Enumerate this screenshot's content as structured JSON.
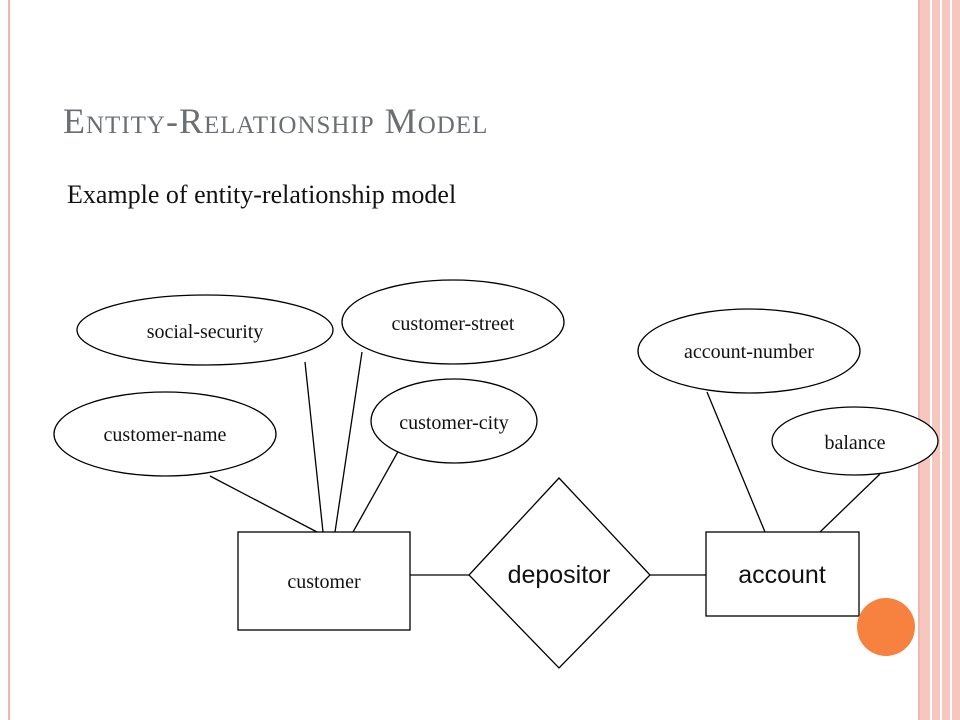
{
  "slide": {
    "title": "Entity-Relationship Model",
    "subtitle": "Example of entity-relationship model"
  },
  "diagram": {
    "entities": {
      "customer": "customer",
      "account": "account"
    },
    "relationship": "depositor",
    "attributes": {
      "social_security": "social-security",
      "customer_street": "customer-street",
      "customer_name": "customer-name",
      "customer_city": "customer-city",
      "account_number": "account-number",
      "balance": "balance"
    }
  },
  "colors": {
    "title": "#6b6f73",
    "border_accent": "#f2b8b0",
    "decor_dot": "#f7813f"
  }
}
